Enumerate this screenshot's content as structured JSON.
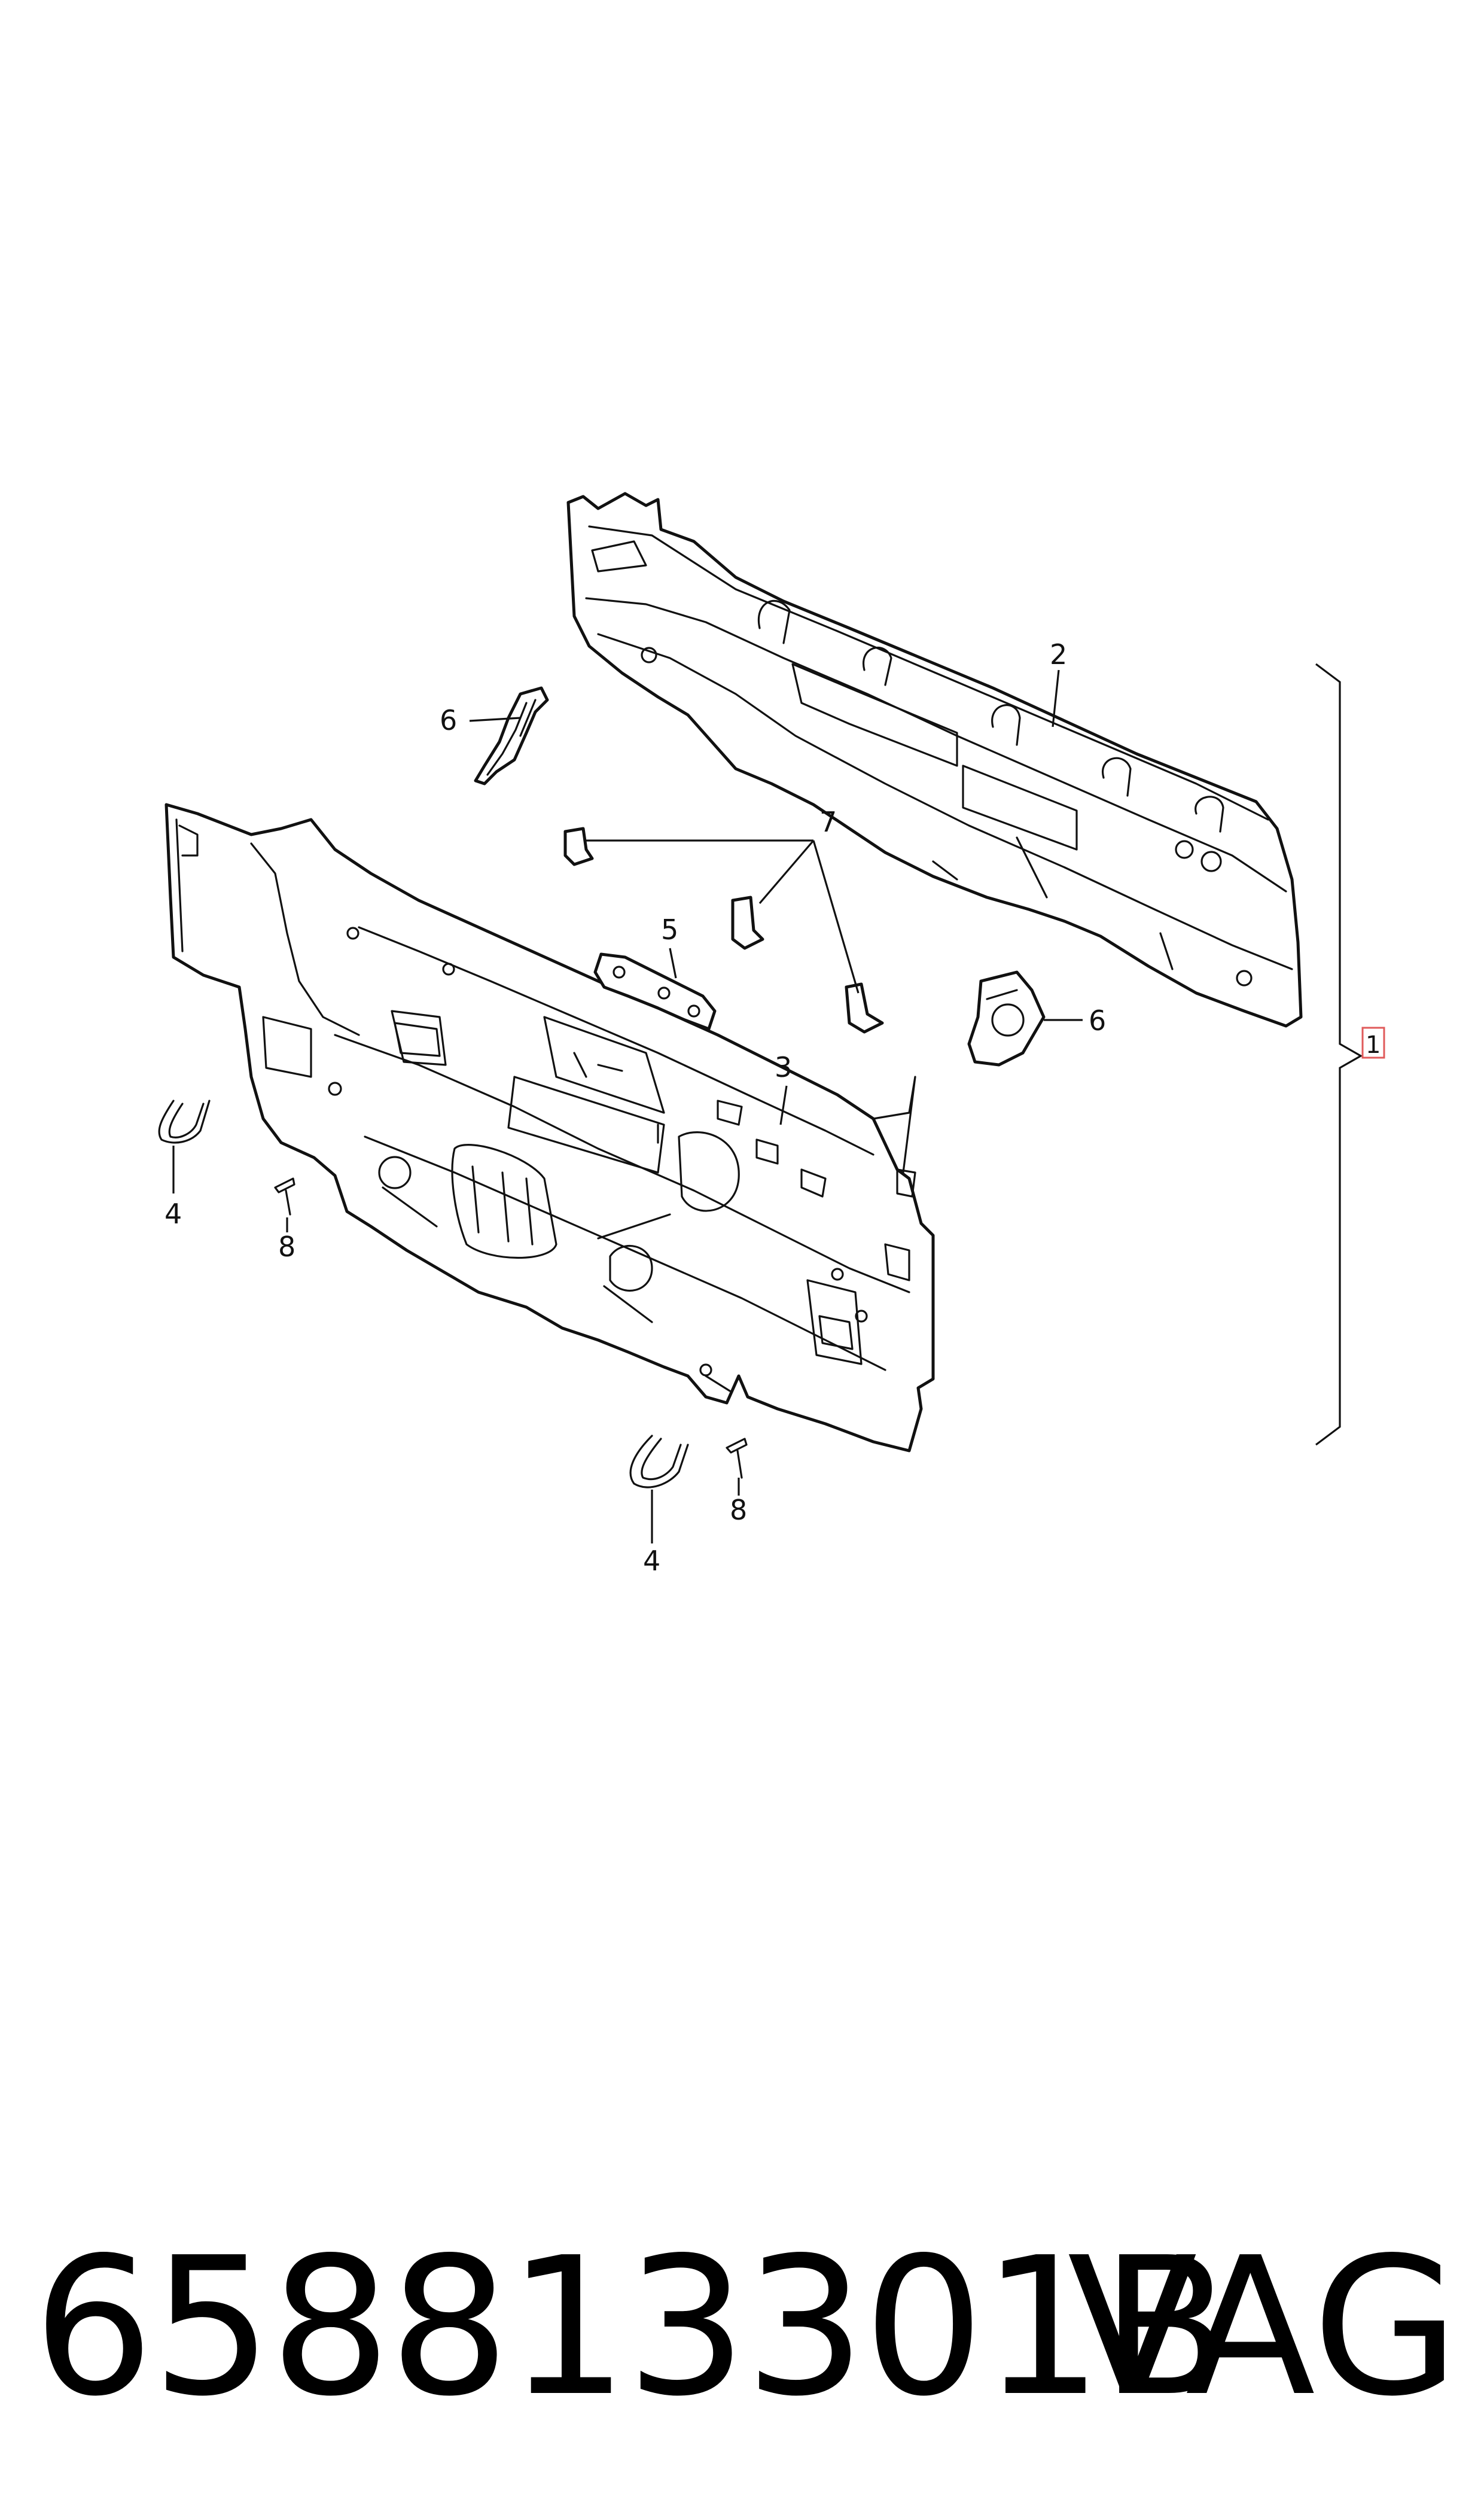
{
  "diagram": {
    "callouts": {
      "assembly": "1",
      "upper_panel": "2",
      "lower_panel": "3",
      "clip_left": "4",
      "clip_bottom": "4",
      "plate": "5",
      "bracket_left": "6",
      "bracket_right": "6",
      "tabs": "7",
      "pin_left": "8",
      "pin_bottom": "8"
    },
    "highlight_color": "#e05a5a"
  },
  "footer": {
    "part_number": "658813301B",
    "brand": "VAG"
  }
}
